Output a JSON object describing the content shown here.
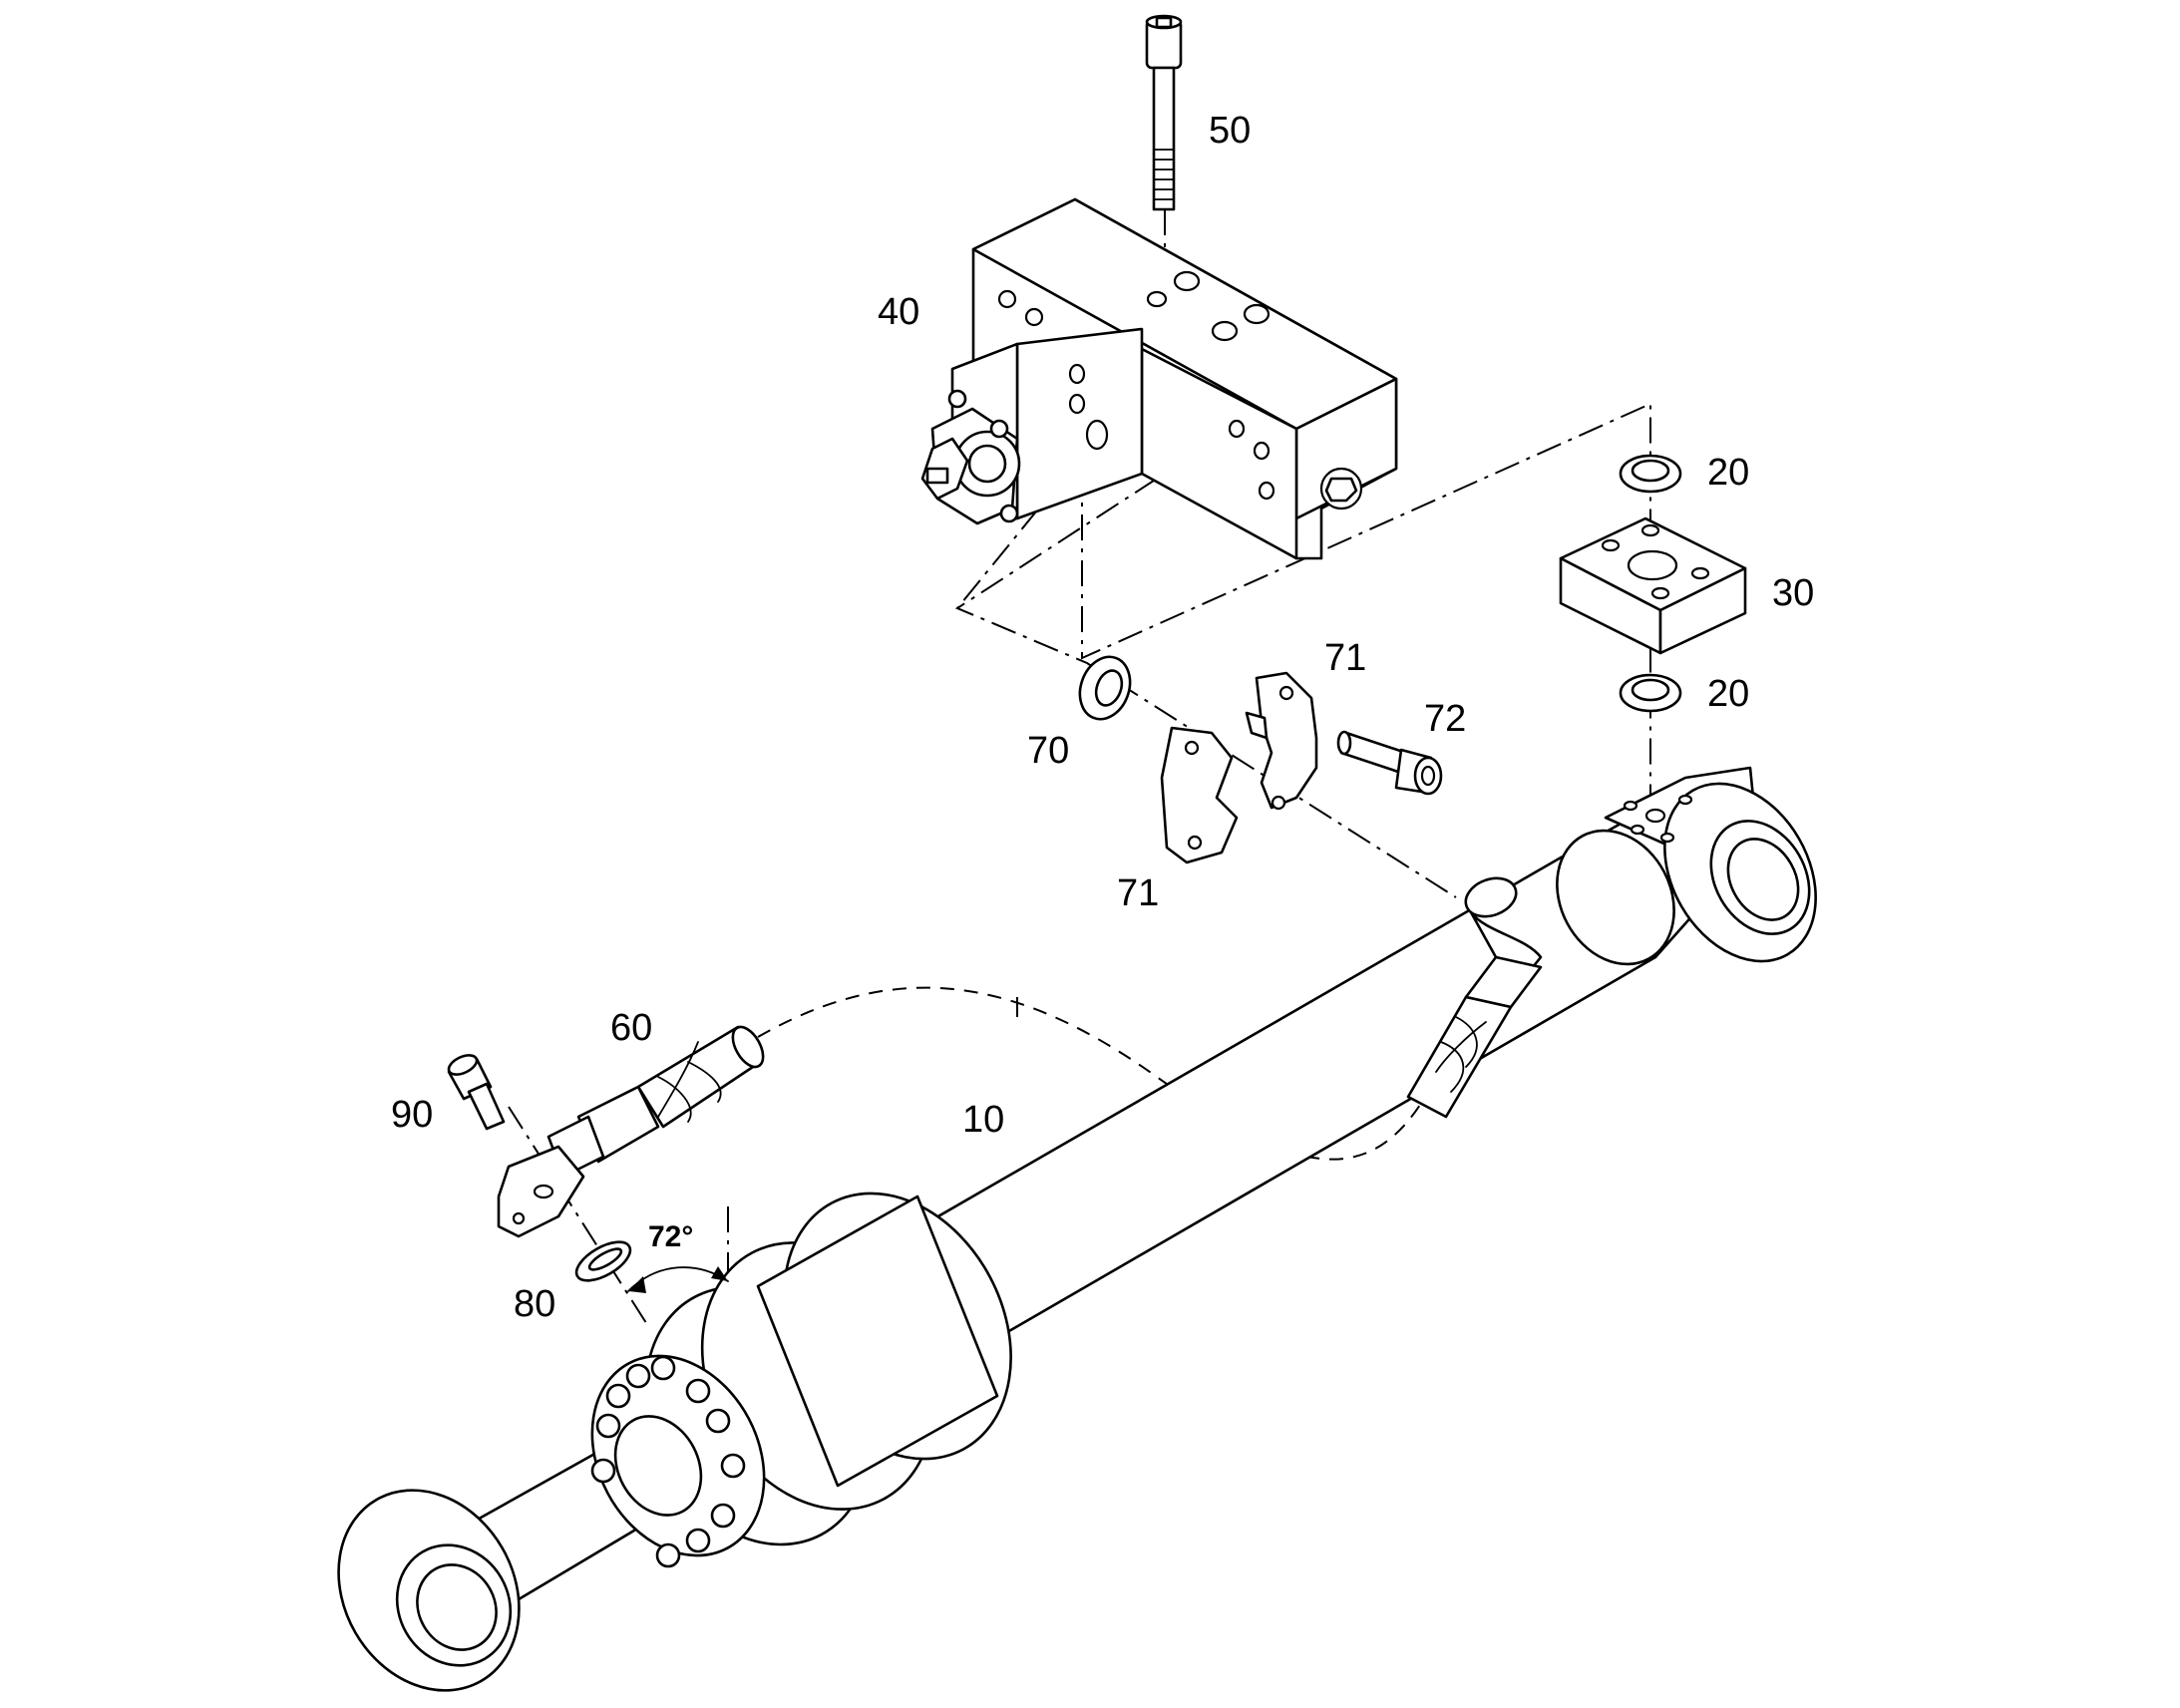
{
  "callouts": {
    "c10": "10",
    "c20a": "20",
    "c20b": "20",
    "c30": "30",
    "c40": "40",
    "c50": "50",
    "c60": "60",
    "c70": "70",
    "c71a": "71",
    "c71b": "71",
    "c72": "72",
    "c80": "80",
    "c90": "90"
  },
  "angle_label": "72°"
}
